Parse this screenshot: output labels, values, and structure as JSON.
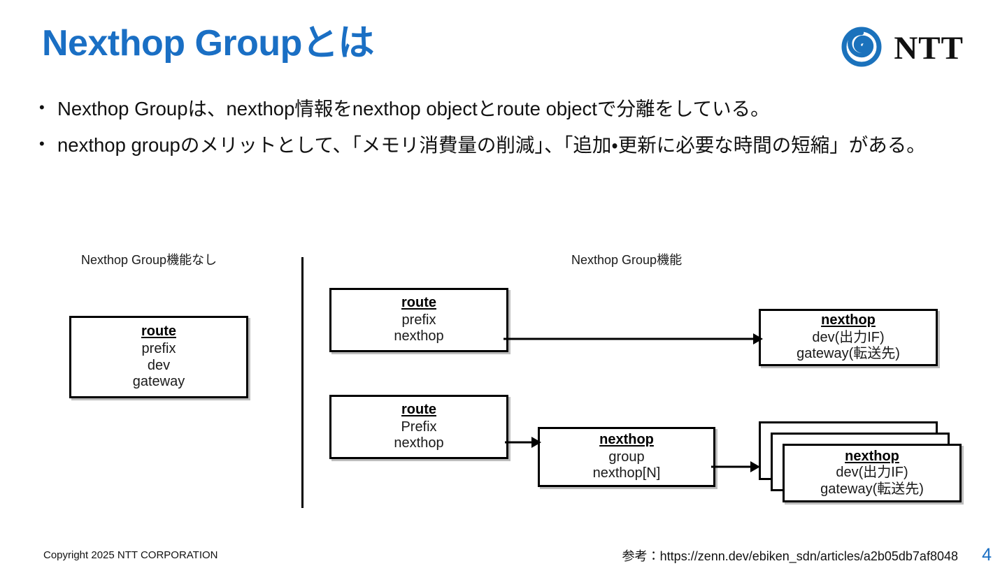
{
  "slide": {
    "title": "Nexthop Groupとは",
    "title_color": "#1a6fc4",
    "page_number": "4"
  },
  "logo": {
    "wordmark": "NTT",
    "mark_color": "#1b72bc",
    "wordmark_color": "#111111"
  },
  "bullets": [
    {
      "marker": "•",
      "text": "Nexthop Groupは、nexthop情報をnexthop objectとroute objectで分離をしている。"
    },
    {
      "marker": "•",
      "text": "nexthop groupのメリットとして、「メモリ消費量の削減」、「追加・更新に必要な時間の短縮」がある。"
    }
  ],
  "diagram": {
    "label_left": "Nexthop Group機能なし",
    "label_right": "Nexthop Group機能",
    "left_route": {
      "header": "route",
      "lines": [
        "prefix",
        "dev",
        "gateway"
      ]
    },
    "route_top": {
      "header": "route",
      "lines": [
        "prefix",
        "nexthop"
      ]
    },
    "nexthop_top": {
      "header": "nexthop",
      "lines": [
        "dev(出力IF)",
        "gateway(転送先)"
      ]
    },
    "route_bottom": {
      "header": "route",
      "lines": [
        "Prefix",
        "nexthop"
      ]
    },
    "nexthop_group": {
      "header": "nexthop",
      "lines": [
        "group",
        "nexthop[N]"
      ]
    },
    "nexthop_stack": {
      "header": "nexthop",
      "lines": [
        "dev(出力IF)",
        "gateway(転送先)"
      ],
      "layers": 3
    }
  },
  "footer": {
    "copyright": "Copyright 2025 NTT CORPORATION",
    "reference": "参考：https://zenn.dev/ebiken_sdn/articles/a2b05db7af8048"
  }
}
